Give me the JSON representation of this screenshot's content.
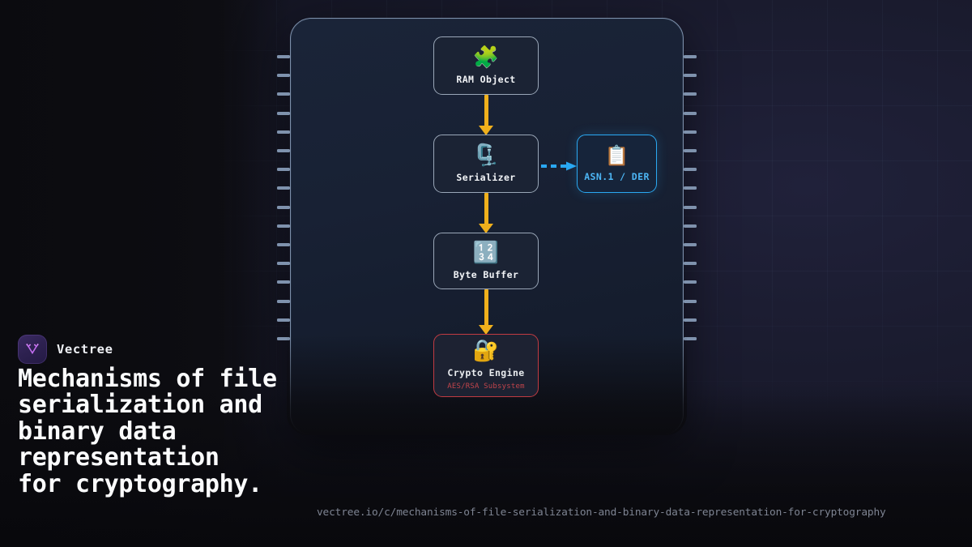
{
  "brand": {
    "name": "Vectree",
    "logo_icon": "vectree-v-tree-icon",
    "logo_bg": "#2d2150",
    "logo_stroke": "#c36ef0"
  },
  "headline": "Mechanisms of file\nserialization and\nbinary data\nrepresentation\nfor cryptography.",
  "url": "vectree.io/c/mechanisms-of-file-serialization-and-binary-data-representation-for-cryptography",
  "theme": {
    "background": "#0e0e13",
    "panel_navy": "#192234",
    "panel_border": "#7d90ab",
    "arrow_amber": "#f0b01c",
    "accent_blue": "#2aa8f2",
    "accent_red": "#c13b42",
    "text_primary": "#f2f4f7",
    "text_muted": "#7e8492"
  },
  "diagram": {
    "type": "flowchart",
    "panel_name": "chip-panel",
    "pin_count_per_side": 16,
    "nodes": [
      {
        "id": "ram",
        "label": "RAM Object",
        "sublabel": "",
        "icon": "puzzle-piece-icon",
        "glyph": "🧩",
        "glyph_size": 26,
        "style": "default"
      },
      {
        "id": "serializer",
        "label": "Serializer",
        "sublabel": "",
        "icon": "clamp-icon",
        "glyph": "🗜️",
        "glyph_size": 26,
        "style": "default"
      },
      {
        "id": "byte-buffer",
        "label": "Byte Buffer",
        "sublabel": "",
        "icon": "input-numbers-icon",
        "glyph": "🔢",
        "glyph_size": 26,
        "style": "default"
      },
      {
        "id": "crypto-engine",
        "label": "Crypto Engine",
        "sublabel": "AES/RSA Subsystem",
        "icon": "locked-with-key-icon",
        "glyph": "🔐",
        "glyph_size": 26,
        "style": "danger"
      },
      {
        "id": "asn1-der",
        "label": "ASN.1 / DER",
        "sublabel": "",
        "icon": "clipboard-icon",
        "glyph": "📋",
        "glyph_size": 24,
        "style": "accent"
      }
    ],
    "edges": [
      {
        "id": "ram-to-serializer",
        "from": "ram",
        "to": "serializer",
        "kind": "solid",
        "color": "#f0b01c"
      },
      {
        "id": "serializer-to-buffer",
        "from": "serializer",
        "to": "byte-buffer",
        "kind": "solid",
        "color": "#f0b01c"
      },
      {
        "id": "buffer-to-crypto",
        "from": "byte-buffer",
        "to": "crypto-engine",
        "kind": "solid",
        "color": "#f0b01c"
      },
      {
        "id": "serializer-to-asn1",
        "from": "serializer",
        "to": "asn1-der",
        "kind": "dashed",
        "color": "#2aa8f2"
      }
    ]
  }
}
